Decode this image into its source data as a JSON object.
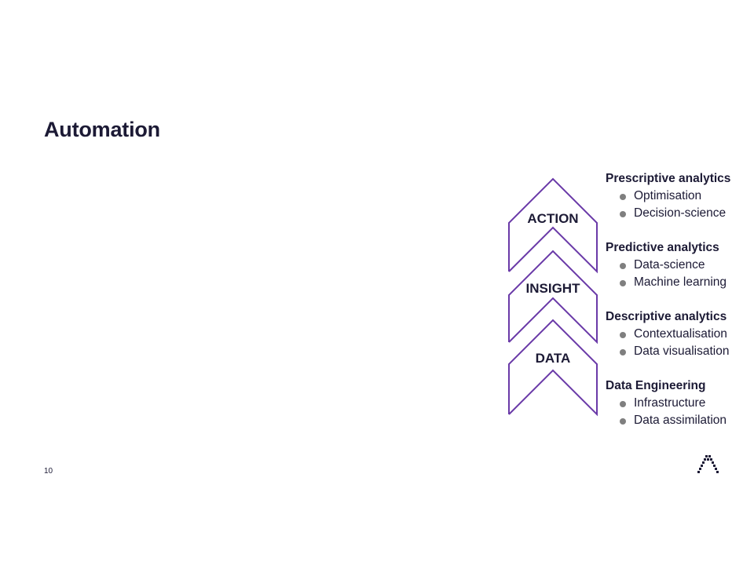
{
  "slide": {
    "title": "Automation",
    "page_number": "10"
  },
  "chevrons": [
    {
      "label": "ACTION"
    },
    {
      "label": "INSIGHT"
    },
    {
      "label": "DATA"
    }
  ],
  "analytics": [
    {
      "heading": "Prescriptive analytics",
      "items": [
        "Optimisation",
        "Decision-science"
      ]
    },
    {
      "heading": "Predictive analytics",
      "items": [
        "Data-science",
        "Machine learning"
      ]
    },
    {
      "heading": "Descriptive analytics",
      "items": [
        "Contextualisation",
        "Data visualisation"
      ]
    },
    {
      "heading": "Data Engineering",
      "items": [
        "Infrastructure",
        "Data assimilation"
      ]
    }
  ],
  "colors": {
    "title": "#1c1a35",
    "chevron_stroke": "#6a3aa8",
    "bullet": "#7f7f7f"
  },
  "logo": {
    "icon": "chevron-dots-logo-icon"
  }
}
